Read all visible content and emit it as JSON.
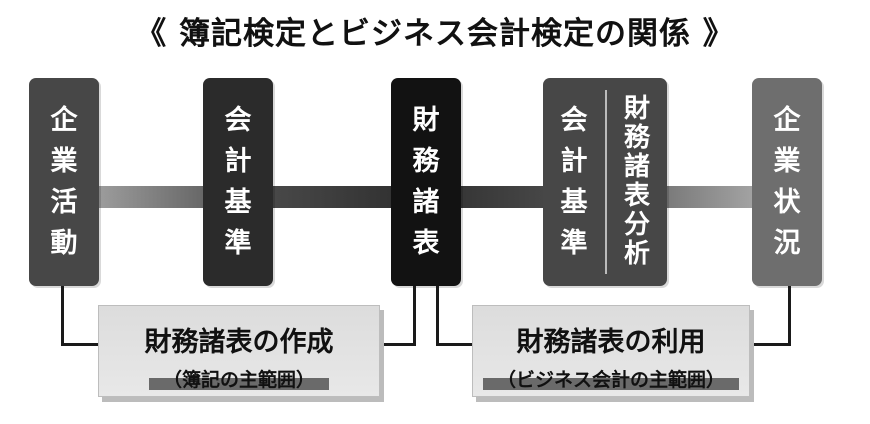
{
  "title": "《 簿記検定とビジネス会計検定の関係 》",
  "columns": [
    {
      "text": "企業活動"
    },
    {
      "text": "会計基準"
    },
    {
      "text": "財務諸表"
    },
    {
      "text_left": "会計基準",
      "text_right": "財務諸表分析"
    },
    {
      "text": "企業状況"
    }
  ],
  "boxes": [
    {
      "title": "財務諸表の作成",
      "subtitle": "（簿記の主範囲）"
    },
    {
      "title": "財務諸表の利用",
      "subtitle": "（ビジネス会計の主範囲）"
    }
  ]
}
